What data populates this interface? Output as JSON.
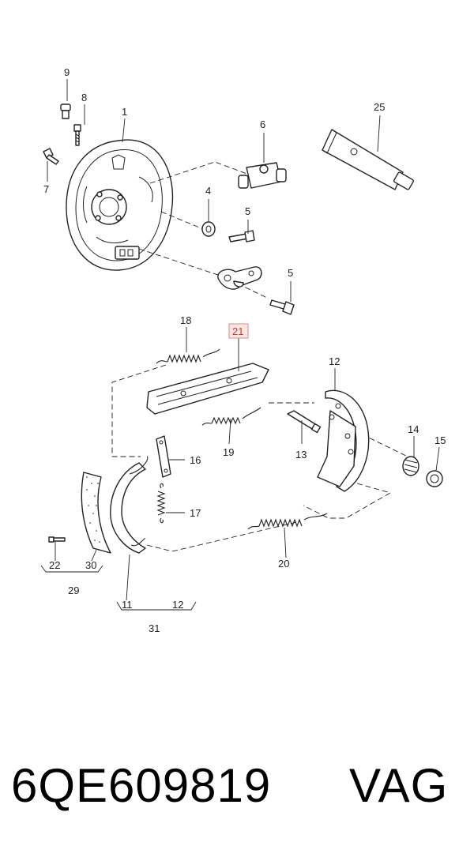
{
  "diagram": {
    "labels": {
      "l1": "1",
      "l4": "4",
      "l5a": "5",
      "l5b": "5",
      "l6": "6",
      "l7": "7",
      "l8": "8",
      "l9": "9",
      "l11": "11",
      "l12a": "12",
      "l12b": "12",
      "l13": "13",
      "l14": "14",
      "l15": "15",
      "l16": "16",
      "l17": "17",
      "l18": "18",
      "l19": "19",
      "l20": "20",
      "l21": "21",
      "l22": "22",
      "l25": "25",
      "l29": "29",
      "l30": "30",
      "l31": "31"
    },
    "highlight_color": "#c0392b"
  },
  "footer": {
    "part_number": "6QE609819",
    "brand": "VAG"
  }
}
